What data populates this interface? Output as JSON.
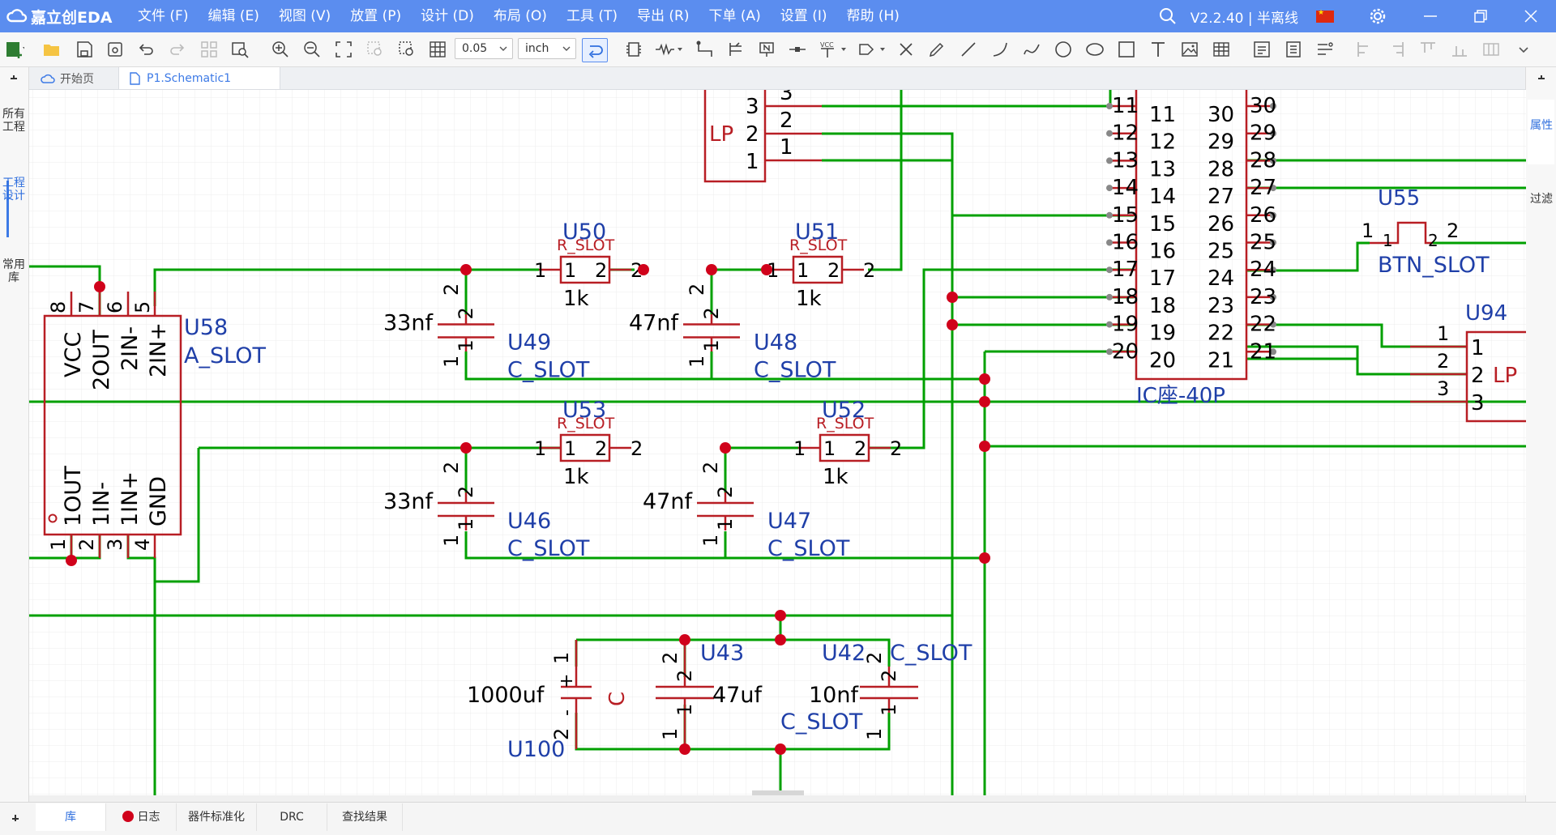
{
  "app": {
    "logo_text": "嘉立创EDA",
    "version_text": "V2.2.40 | 半离线",
    "accent_color": "#5b8def"
  },
  "menu": [
    "文件 (F)",
    "编辑 (E)",
    "视图 (V)",
    "放置 (P)",
    "设计 (D)",
    "布局 (O)",
    "工具 (T)",
    "导出 (R)",
    "下单 (A)",
    "设置 (I)",
    "帮助 (H)"
  ],
  "toolbar": {
    "grid_value": "0.05",
    "unit_value": "inch"
  },
  "tabs": {
    "home": "开始页",
    "schematic": "P1.Schematic1"
  },
  "left_panel": {
    "all_projects": "所有工程",
    "project_design": "工程设计",
    "common_lib": "常用库"
  },
  "right_panel": {
    "properties": "属性",
    "filter": "过滤"
  },
  "bottom_tabs": {
    "library": "库",
    "log": "日志",
    "standardize": "器件标准化",
    "drc": "DRC",
    "find_results": "查找结果"
  },
  "schematic": {
    "lp_top": {
      "label": "LP",
      "pins": [
        "3",
        "2",
        "1"
      ],
      "pin_numbers": [
        "3",
        "2",
        "1"
      ]
    },
    "ic40": {
      "designator": "IC座-40P",
      "left_pins": [
        "11",
        "12",
        "13",
        "14",
        "15",
        "16",
        "17",
        "18",
        "19",
        "20"
      ],
      "right_pins": [
        "30",
        "29",
        "28",
        "27",
        "26",
        "25",
        "24",
        "23",
        "22",
        "21"
      ]
    },
    "u55": {
      "designator": "U55",
      "value": "BTN_SLOT",
      "pin1": "1",
      "pin2": "2"
    },
    "u94": {
      "designator": "U94",
      "value": "LP",
      "pins": [
        "1",
        "2",
        "3"
      ]
    },
    "u58": {
      "designator": "U58",
      "value": "A_SLOT",
      "top_pin_labels": [
        "VCC",
        "2OUT",
        "2IN-",
        "2IN+"
      ],
      "top_pin_numbers": [
        "8",
        "7",
        "6",
        "5"
      ],
      "bottom_pin_labels": [
        "1OUT",
        "1IN-",
        "1IN+",
        "GND"
      ],
      "bottom_pin_numbers": [
        "1",
        "2",
        "3",
        "4"
      ]
    },
    "resistors": [
      {
        "designator": "U50",
        "type": "R_SLOT",
        "value": "1k"
      },
      {
        "designator": "U51",
        "type": "R_SLOT",
        "value": "1k"
      },
      {
        "designator": "U53",
        "type": "R_SLOT",
        "value": "1k"
      },
      {
        "designator": "U52",
        "type": "R_SLOT",
        "value": "1k"
      }
    ],
    "capacitors": [
      {
        "designator": "U49",
        "type": "C_SLOT",
        "value": "33nf"
      },
      {
        "designator": "U48",
        "type": "C_SLOT",
        "value": "47nf"
      },
      {
        "designator": "U46",
        "type": "C_SLOT",
        "value": "33nf"
      },
      {
        "designator": "U47",
        "type": "C_SLOT",
        "value": "47nf"
      }
    ],
    "u100": {
      "designator": "U100",
      "value": "1000uf",
      "symbol": "C",
      "plus": "+",
      "minus": "-"
    },
    "u43": {
      "designator": "U43",
      "value": "47uf"
    },
    "u42": {
      "designator": "U42",
      "value": "10nf",
      "type": "C_SLOT",
      "type2": "C_SLOT"
    },
    "pin_one": "1",
    "pin_two": "2"
  }
}
